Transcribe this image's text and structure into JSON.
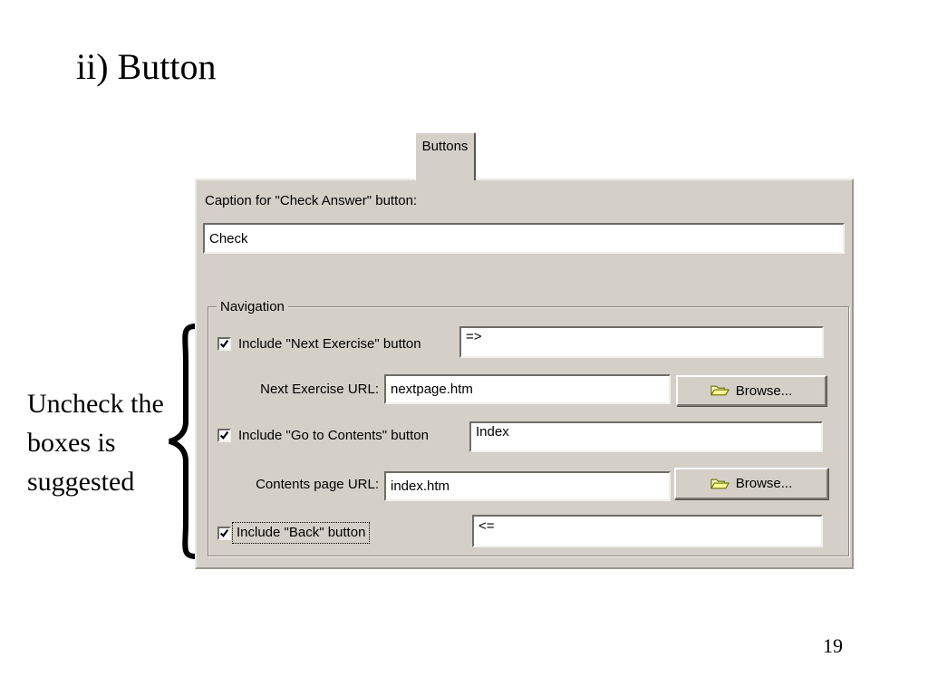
{
  "slide": {
    "title": "ii) Button",
    "page_number": "19",
    "annotation": {
      "lines": [
        "Uncheck the",
        "boxes is",
        "suggested"
      ]
    }
  },
  "dialog": {
    "tab_label": "Buttons",
    "caption_label": "Caption for \"Check Answer\" button:",
    "caption_value": "Check",
    "group_label": "Navigation",
    "next": {
      "checkbox_label": "Include \"Next Exercise\" button",
      "checked": true,
      "caption_value": "=>",
      "url_label": "Next Exercise URL:",
      "url_value": "nextpage.htm",
      "browse_label": "Browse..."
    },
    "contents": {
      "checkbox_label": "Include \"Go to Contents\" button",
      "checked": true,
      "caption_value": "Index",
      "url_label": "Contents page URL:",
      "url_value": "index.htm",
      "browse_label": "Browse..."
    },
    "back": {
      "checkbox_label": "Include \"Back\" button",
      "checked": true,
      "caption_value": "<="
    },
    "colors": {
      "dialog_bg": "#d4d0c8",
      "field_bg": "#ffffff",
      "folder_fill": "#ffff99",
      "folder_stroke": "#6b6b00"
    }
  }
}
